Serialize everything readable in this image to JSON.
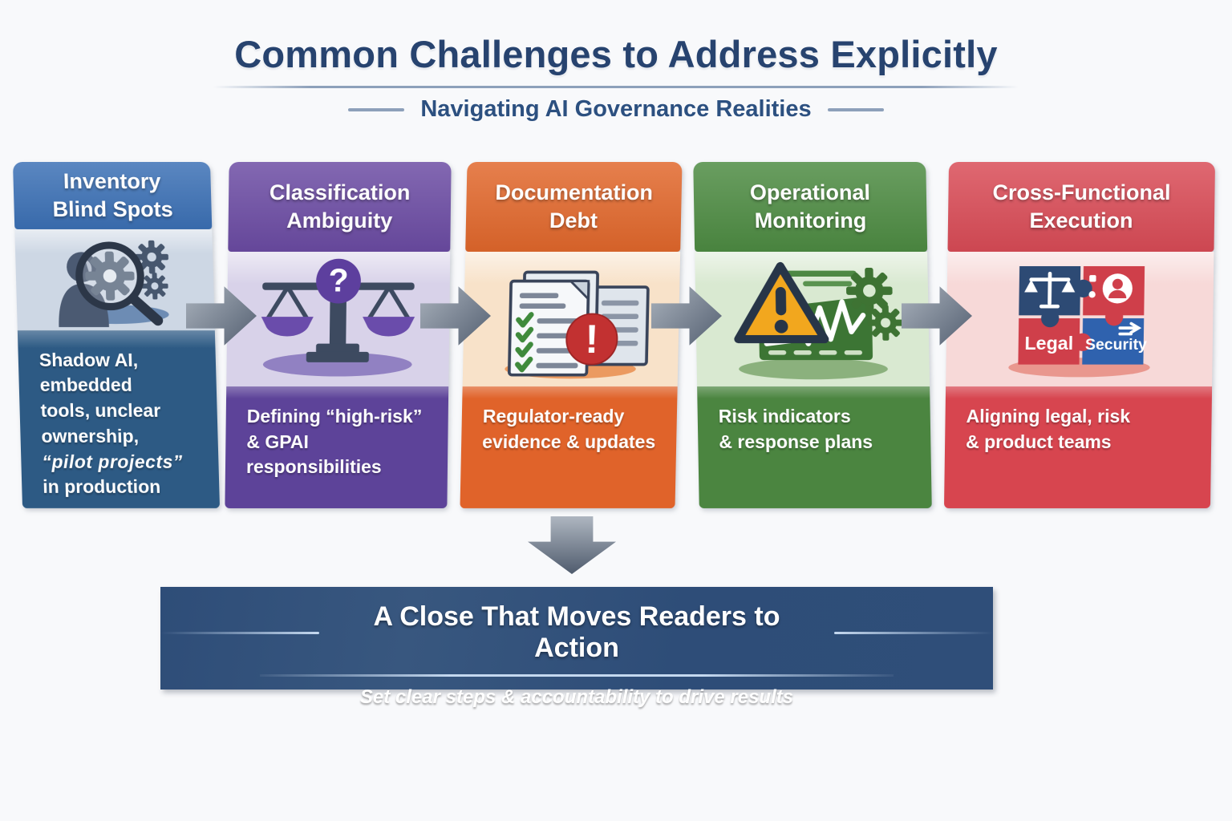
{
  "palette": {
    "page_bg": "#f8f9fb",
    "title_color": "#27436f",
    "subtitle_color": "#2c5080",
    "divider_color": "#8da0ba",
    "arrow_light": "#aeb6c0",
    "arrow_dark": "#4f5b6d",
    "banner_bg": "#2e4d78",
    "banner_line": "#c5d9f0"
  },
  "header": {
    "title": "Common Challenges to Address Explicitly",
    "subtitle": "Navigating AI Governance Realities"
  },
  "columns": [
    {
      "title": "Inventory Blind Spots",
      "title_lines": [
        "Inventory",
        "Blind Spots"
      ],
      "desc_lines": [
        "Shadow AI, embedded",
        "tools, unclear ownership,",
        "“pilot projects”",
        "in production"
      ],
      "icon": "person-magnifier-gears-icon",
      "colors": {
        "header": "#3b70b5",
        "tint": "#cdd7e4",
        "body": "#2d5a84",
        "oval": "#6d8cb4"
      }
    },
    {
      "title": "Classification Ambiguity",
      "title_lines": [
        "Classification",
        "Ambiguity"
      ],
      "desc_lines": [
        "Defining “high-risk”",
        "& GPAI responsibilities"
      ],
      "icon": "scales-question-icon",
      "icon_glyph": "?",
      "colors": {
        "header": "#6b4ba3",
        "tint": "#d8d2e9",
        "body": "#5d4399",
        "oval": "#9181c2"
      }
    },
    {
      "title": "Documentation Debt",
      "title_lines": [
        "Documentation",
        "Debt"
      ],
      "desc_lines": [
        "Regulator-ready",
        "evidence & updates"
      ],
      "icon": "documents-alert-icon",
      "icon_glyph": "!",
      "colors": {
        "header": "#e1672b",
        "tint": "#f8e2c9",
        "body": "#e0632a",
        "oval": "#eb9a60"
      }
    },
    {
      "title": "Operational Monitoring",
      "title_lines": [
        "Operational",
        "Monitoring"
      ],
      "desc_lines": [
        "Risk indicators",
        "& response plans"
      ],
      "icon": "warning-chart-gears-icon",
      "colors": {
        "header": "#4d8b42",
        "tint": "#d9e9d1",
        "body": "#4b8540",
        "oval": "#8bb17d"
      }
    },
    {
      "title": "Cross-Functional Execution",
      "title_lines": [
        "Cross-Functional",
        "Execution"
      ],
      "desc_lines": [
        "Aligning legal, risk",
        "& product teams"
      ],
      "icon": "puzzle-teams-icon",
      "icon_labels": [
        "Legal",
        "Security"
      ],
      "colors": {
        "header": "#d94b56",
        "tint": "#f7d9d8",
        "body": "#d7454f",
        "oval": "#e9978e"
      }
    }
  ],
  "footer": {
    "title": "A Close That Moves Readers to Action",
    "subtitle": "Set clear steps & accountability to drive results"
  }
}
